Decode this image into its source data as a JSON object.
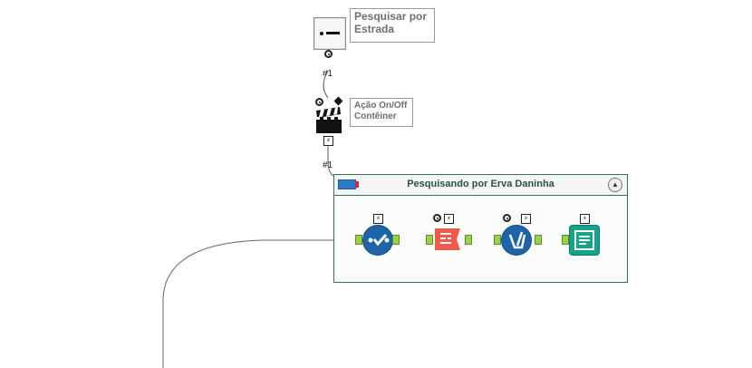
{
  "canvas": {
    "search_tool": {
      "label": "Pesquisar por Estrada",
      "icon": "search-text-input-icon"
    },
    "action_tool": {
      "label": "Ação On/Off Contêiner",
      "icon": "clapperboard-icon"
    },
    "connection_badges": [
      "#1",
      "#1"
    ],
    "container": {
      "title": "Pesquisando por Erva Daninha",
      "tools": [
        {
          "icon": "check-flow-icon",
          "color": "#1f64a8"
        },
        {
          "icon": "report-map-icon",
          "color": "#f05a4a"
        },
        {
          "icon": "wand-filter-icon",
          "color": "#1f64a8"
        },
        {
          "icon": "render-note-icon",
          "color": "#16a38a"
        }
      ]
    }
  }
}
